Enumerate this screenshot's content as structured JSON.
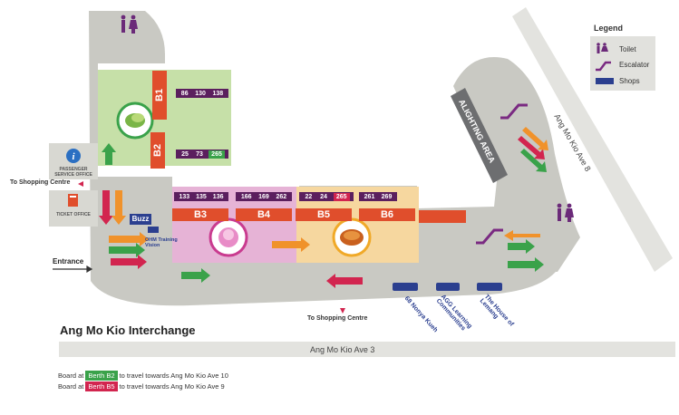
{
  "title": "Ang Mo Kio Interchange",
  "legend": {
    "title": "Legend",
    "items": [
      {
        "label": "Toilet",
        "icon": "toilet-icon"
      },
      {
        "label": "Escalator",
        "icon": "escalator-icon"
      },
      {
        "label": "Shops",
        "icon": "shop-icon"
      }
    ]
  },
  "roads": {
    "bottom": "Ang Mo Kio Ave 3",
    "right": "Ang Mo Kio Ave 8"
  },
  "areas": {
    "alighting": "ALIGHTING AREA",
    "passenger_service": "PASSENGER SERVICE OFFICE",
    "ticket_office": "TICKET OFFICE"
  },
  "labels": {
    "to_shopping_left": "To Shopping Centre",
    "to_shopping_bottom": "To Shopping Centre",
    "entrance": "Entrance",
    "buzz": "Buzz",
    "ohm": "OHM Training Vision"
  },
  "berths": [
    {
      "id": "B1",
      "services": [
        "86",
        "130",
        "138"
      ]
    },
    {
      "id": "B2",
      "services": [
        "25",
        "73",
        "265"
      ]
    },
    {
      "id": "B3",
      "services": [
        "133",
        "135",
        "136"
      ]
    },
    {
      "id": "B4",
      "services": [
        "166",
        "169",
        "262"
      ]
    },
    {
      "id": "B5",
      "services": [
        "22",
        "24",
        "265"
      ]
    },
    {
      "id": "B6",
      "services": [
        "261",
        "269"
      ]
    }
  ],
  "shops": [
    {
      "name": "68 Nonya Kueh"
    },
    {
      "name": "AGG Learning Communities"
    },
    {
      "name": "The House of Lemang"
    }
  ],
  "footer": {
    "line1_prefix": "Board at",
    "line1_tag": "Berth B2",
    "line1_suffix": "to travel towards Ang Mo Kio Ave 10",
    "line2_prefix": "Board at",
    "line2_tag": "Berth B5",
    "line2_suffix": "to travel towards Ang Mo Kio Ave 9"
  },
  "colors": {
    "floor": "#c9c9c3",
    "green_zone": "#c6e0a8",
    "pink_zone": "#e6b3d6",
    "orange_zone": "#f6d79f",
    "berth": "#e04e2c",
    "plate": "#5b1f5e",
    "shop": "#2b3f8f",
    "green_route": "#3aa24a",
    "red_route": "#d2254f"
  }
}
